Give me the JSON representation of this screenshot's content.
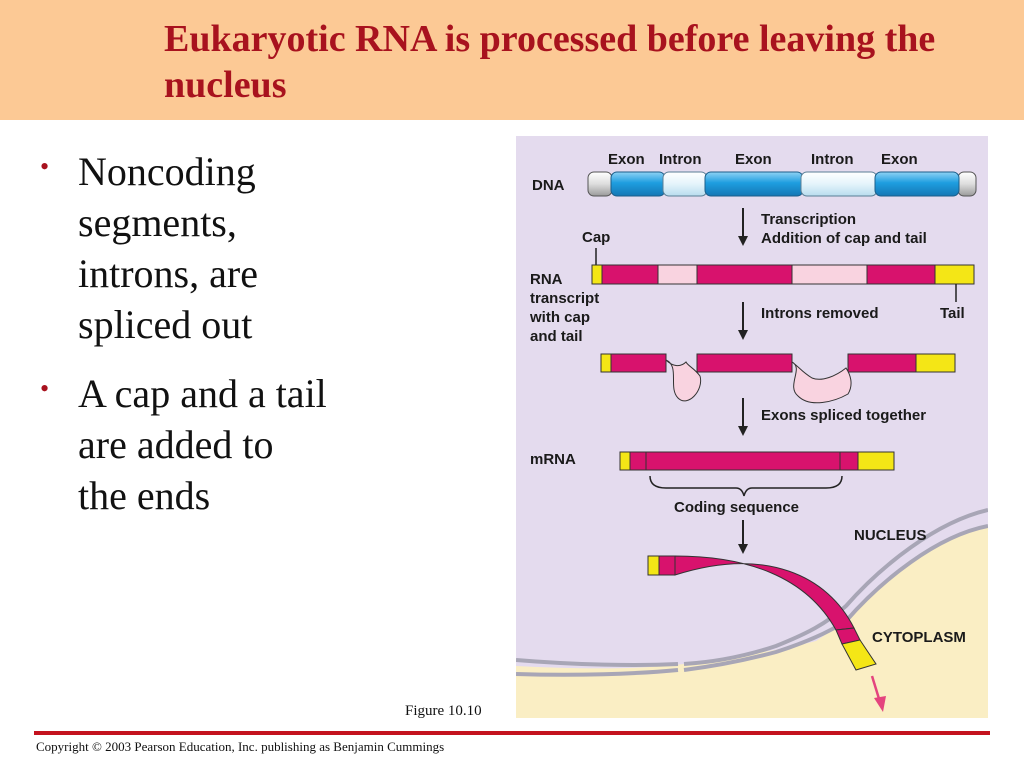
{
  "slide": {
    "title": "Eukaryotic RNA is processed before leaving the nucleus",
    "bullets": [
      {
        "text": "Noncoding\nsegments,\nintrons, are\nspliced out"
      },
      {
        "text": "A cap and a tail\nare added to\nthe ends"
      }
    ],
    "figure_caption": "Figure 10.10",
    "copyright": "Copyright © 2003 Pearson Education, Inc. publishing as Benjamin Cummings"
  },
  "diagram": {
    "dna_label": "DNA",
    "segment_labels": [
      "Exon",
      "Intron",
      "Exon",
      "Intron",
      "Exon"
    ],
    "step1_lines": [
      "Transcription",
      "Addition of cap and tail"
    ],
    "cap_label": "Cap",
    "rna_label_lines": [
      "RNA",
      "transcript",
      "with cap",
      "and tail"
    ],
    "tail_label": "Tail",
    "step2": "Introns removed",
    "step3": "Exons spliced together",
    "mrna_label": "mRNA",
    "coding_sequence": "Coding sequence",
    "nucleus_label": "NUCLEUS",
    "cytoplasm_label": "CYTOPLASM"
  },
  "colors": {
    "header_bg": "#fcc995",
    "title": "#a8121e",
    "exon_blue": "#1e9ee0",
    "intron_light": "#e4f4fb",
    "exon_magenta": "#d8126d",
    "intron_pink": "#f9d3e0",
    "cap_tail_yellow": "#f4e616",
    "nucleus_bg": "#e4dbee",
    "cytoplasm_bg": "#faeec4"
  }
}
